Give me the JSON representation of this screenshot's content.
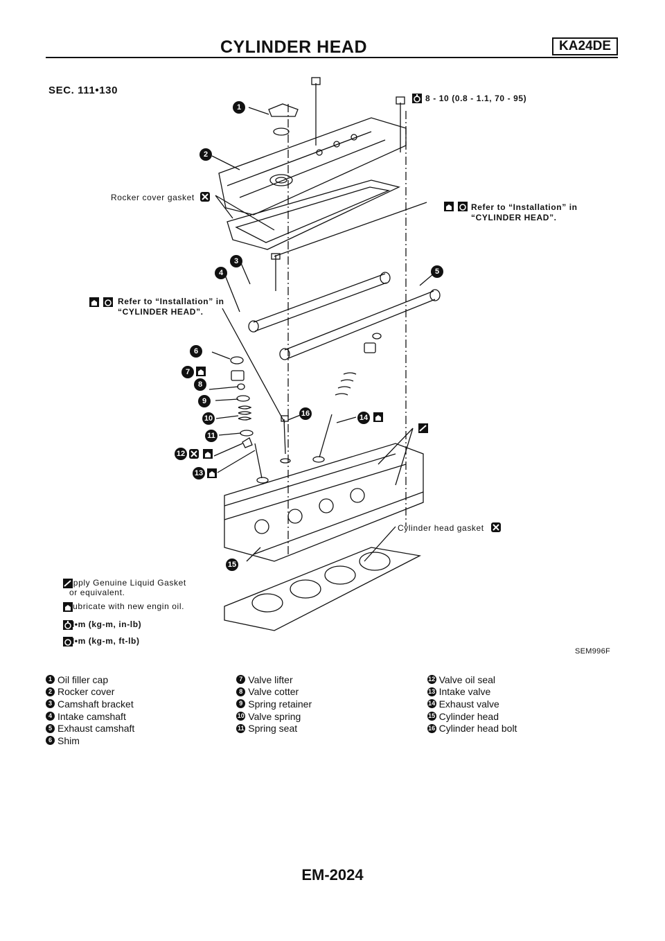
{
  "header": {
    "title": "CYLINDER HEAD",
    "model": "KA24DE"
  },
  "figure": {
    "section": "SEC. 111•130",
    "torque_cover": "8 - 10 (0.8 - 1.1, 70 - 95)",
    "rocker_gasket": "Rocker cover gasket",
    "refer_1": "Refer to “Installation” in",
    "refer_2": "“CYLINDER HEAD”.",
    "head_gasket": "Cylinder head gasket",
    "code": "SEM996F",
    "callouts": [
      "1",
      "2",
      "3",
      "4",
      "5",
      "6",
      "7",
      "8",
      "9",
      "10",
      "11",
      "12",
      "13",
      "14",
      "15",
      "16"
    ]
  },
  "legend": {
    "sealant_1": ": Apply Genuine Liquid Gasket",
    "sealant_2": "or equivalent.",
    "oil": ": Lubricate with new engin oil.",
    "torque_in": ": N•m (kg-m, in-lb)",
    "torque_ft": ": N•m (kg-m, ft-lb)"
  },
  "parts": [
    {
      "n": "1",
      "name": "Oil filler cap"
    },
    {
      "n": "2",
      "name": "Rocker cover"
    },
    {
      "n": "3",
      "name": "Camshaft bracket"
    },
    {
      "n": "4",
      "name": "Intake camshaft"
    },
    {
      "n": "5",
      "name": "Exhaust camshaft"
    },
    {
      "n": "6",
      "name": "Shim"
    },
    {
      "n": "7",
      "name": "Valve lifter"
    },
    {
      "n": "8",
      "name": "Valve cotter"
    },
    {
      "n": "9",
      "name": "Spring retainer"
    },
    {
      "n": "10",
      "name": "Valve spring"
    },
    {
      "n": "11",
      "name": "Spring seat"
    },
    {
      "n": "12",
      "name": "Valve oil seal"
    },
    {
      "n": "13",
      "name": "Intake valve"
    },
    {
      "n": "14",
      "name": "Exhaust valve"
    },
    {
      "n": "15",
      "name": "Cylinder head"
    },
    {
      "n": "16",
      "name": "Cylinder head bolt"
    }
  ],
  "footer": {
    "page": "EM-2024"
  }
}
